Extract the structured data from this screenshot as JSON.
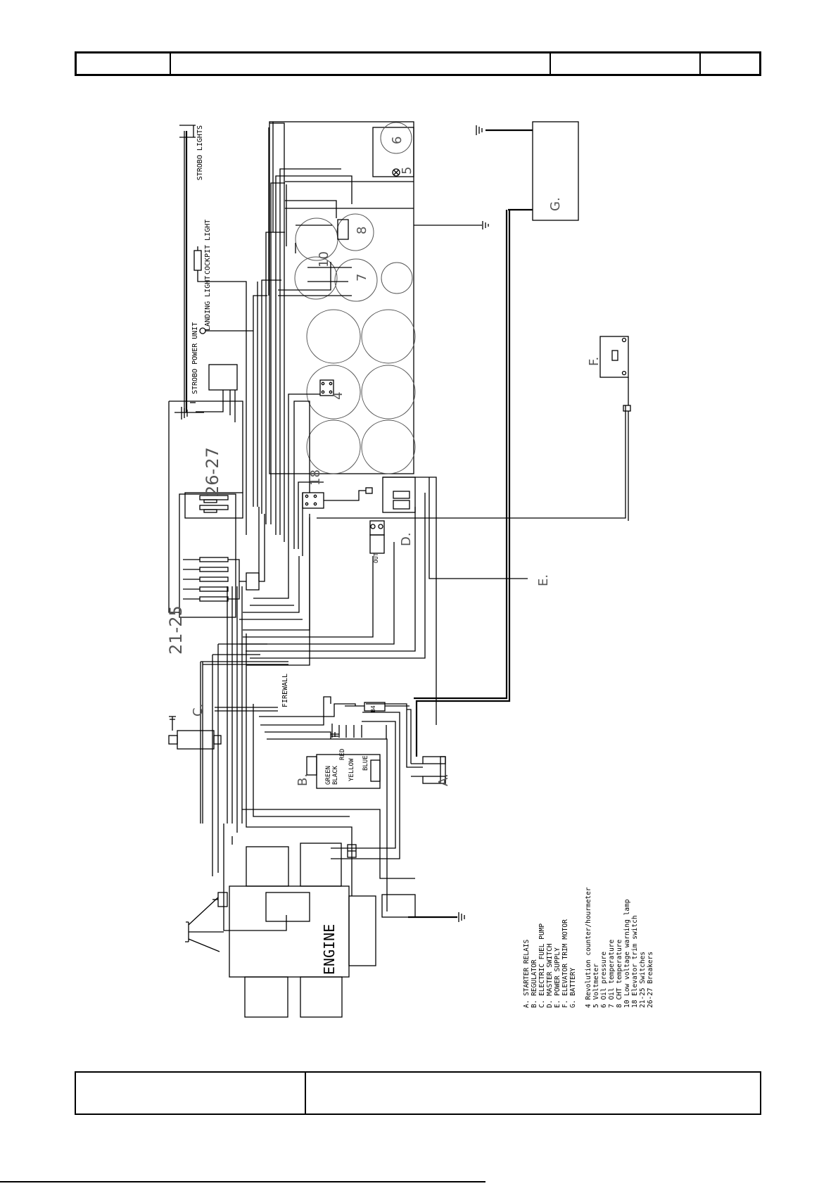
{
  "labels": {
    "strobo_lights": "STROBO LIGHTS",
    "cockpit_light": "COCKPIT LIGHT",
    "landing_light": "LANDING LIGHT",
    "strobo_power_unit": "STROBO POWER UNIT",
    "breakers_26_27": "26-27",
    "switches_21_25": "21-25",
    "firewall": "FIREWALL",
    "engine": "ENGINE",
    "wire_green": "GREEN",
    "wire_black": "BLACK",
    "wire_red": "RED",
    "wire_yellow": "YELLOW",
    "wire_blue": "BLUE",
    "b4": "B4",
    "out": "OUT",
    "letter_a": "A.",
    "letter_b": "B.",
    "letter_c": "C.",
    "letter_d": "D.",
    "letter_e": "E.",
    "letter_f": "F.",
    "letter_g": "G.",
    "num_4": "4",
    "num_5": "5",
    "num_6": "6",
    "num_7": "7",
    "num_8": "8",
    "num_10": "10",
    "num_18": "18"
  },
  "legend": [
    "A. STARTER RELAIS",
    "B. REGULATOR",
    "C. ELECTRIC FUEL PUMP",
    "D. MASTER SWITCH",
    "E. POWER SUPPLY",
    "F. ELEVATOR TRIM MOTOR",
    "G. BATTERY",
    "",
    "4  Revolution counter/hourmeter",
    "5  Voltmeter",
    "6  Oil pressure",
    "7  Oil temperature",
    "8  CHT temperature",
    "10 Low voltage warning lamp",
    "18 Elevator trim switch",
    "21-25 Switches",
    "26-27 Breakers"
  ]
}
